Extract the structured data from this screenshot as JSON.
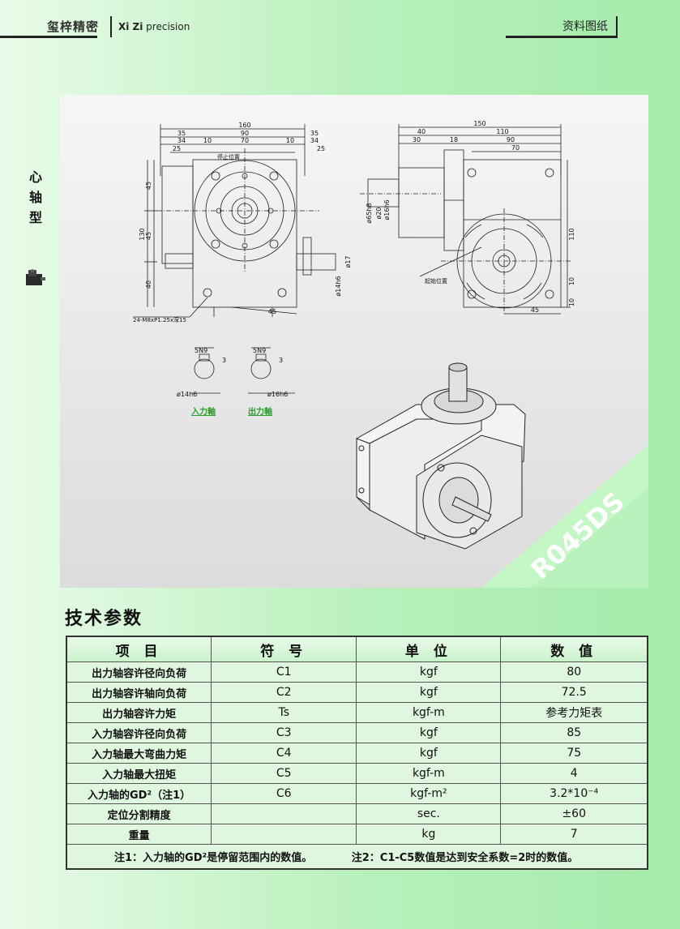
{
  "header": {
    "logo": "玺梓精密",
    "brand_bold": "Xi Zi",
    "brand_rest": " precision",
    "title": "资料图纸"
  },
  "sidebar": {
    "label": [
      "心",
      "轴",
      "型"
    ]
  },
  "drawing": {
    "front": {
      "dims_top": [
        "160",
        "35",
        "90",
        "35",
        "34",
        "10",
        "70",
        "10",
        "34",
        "25",
        "25"
      ],
      "dims_left": [
        "45",
        "130",
        "45",
        "40"
      ],
      "dims_right": [
        "ø17",
        "ø14h6"
      ],
      "dim_bottom": "45",
      "label_stop": "停止位置",
      "label_thread": "24-M8xP1.25x深15"
    },
    "side": {
      "dims_top": [
        "150",
        "40",
        "110",
        "30",
        "18",
        "90",
        "70"
      ],
      "dims_left": [
        "ø65h8",
        "ø20",
        "ø16h6"
      ],
      "dims_right": [
        "110",
        "10",
        "10"
      ],
      "dim_bottom": "45",
      "label_start": "起始位置"
    },
    "shaft_in": {
      "key": "5N9",
      "depth": "3",
      "dia": "ø14h6",
      "label": "入力軸"
    },
    "shaft_out": {
      "key": "5N9",
      "depth": "3",
      "dia": "ø16h6",
      "label": "出力軸"
    },
    "model": "R045DS"
  },
  "specs": {
    "title": "技术参数",
    "columns": [
      "项 目",
      "符 号",
      "单 位",
      "数 值"
    ],
    "rows": [
      {
        "item": "出力轴容许径向负荷",
        "symbol": "C1",
        "unit": "kgf",
        "value": "80"
      },
      {
        "item": "出力轴容许轴向负荷",
        "symbol": "C2",
        "unit": "kgf",
        "value": "72.5"
      },
      {
        "item": "出力轴容许力矩",
        "symbol": "Ts",
        "unit": "kgf-m",
        "value": "参考力矩表"
      },
      {
        "item": "入力轴容许径向负荷",
        "symbol": "C3",
        "unit": "kgf",
        "value": "85"
      },
      {
        "item": "入力轴最大弯曲力矩",
        "symbol": "C4",
        "unit": "kgf",
        "value": "75"
      },
      {
        "item": "入力轴最大扭矩",
        "symbol": "C5",
        "unit": "kgf-m",
        "value": "4"
      },
      {
        "item": "入力轴的GD²（注1）",
        "symbol": "C6",
        "unit": "kgf-m²",
        "value": "3.2*10⁻⁴"
      },
      {
        "item": "定位分割精度",
        "symbol": "",
        "unit": "sec.",
        "value": "±60"
      },
      {
        "item": "重量",
        "symbol": "",
        "unit": "kg",
        "value": "7"
      }
    ],
    "note1": "注1：入力轴的GD²是停留范围内的数值。",
    "note2": "注2：C1-C5数值是达到安全系数=2时的数值。"
  }
}
